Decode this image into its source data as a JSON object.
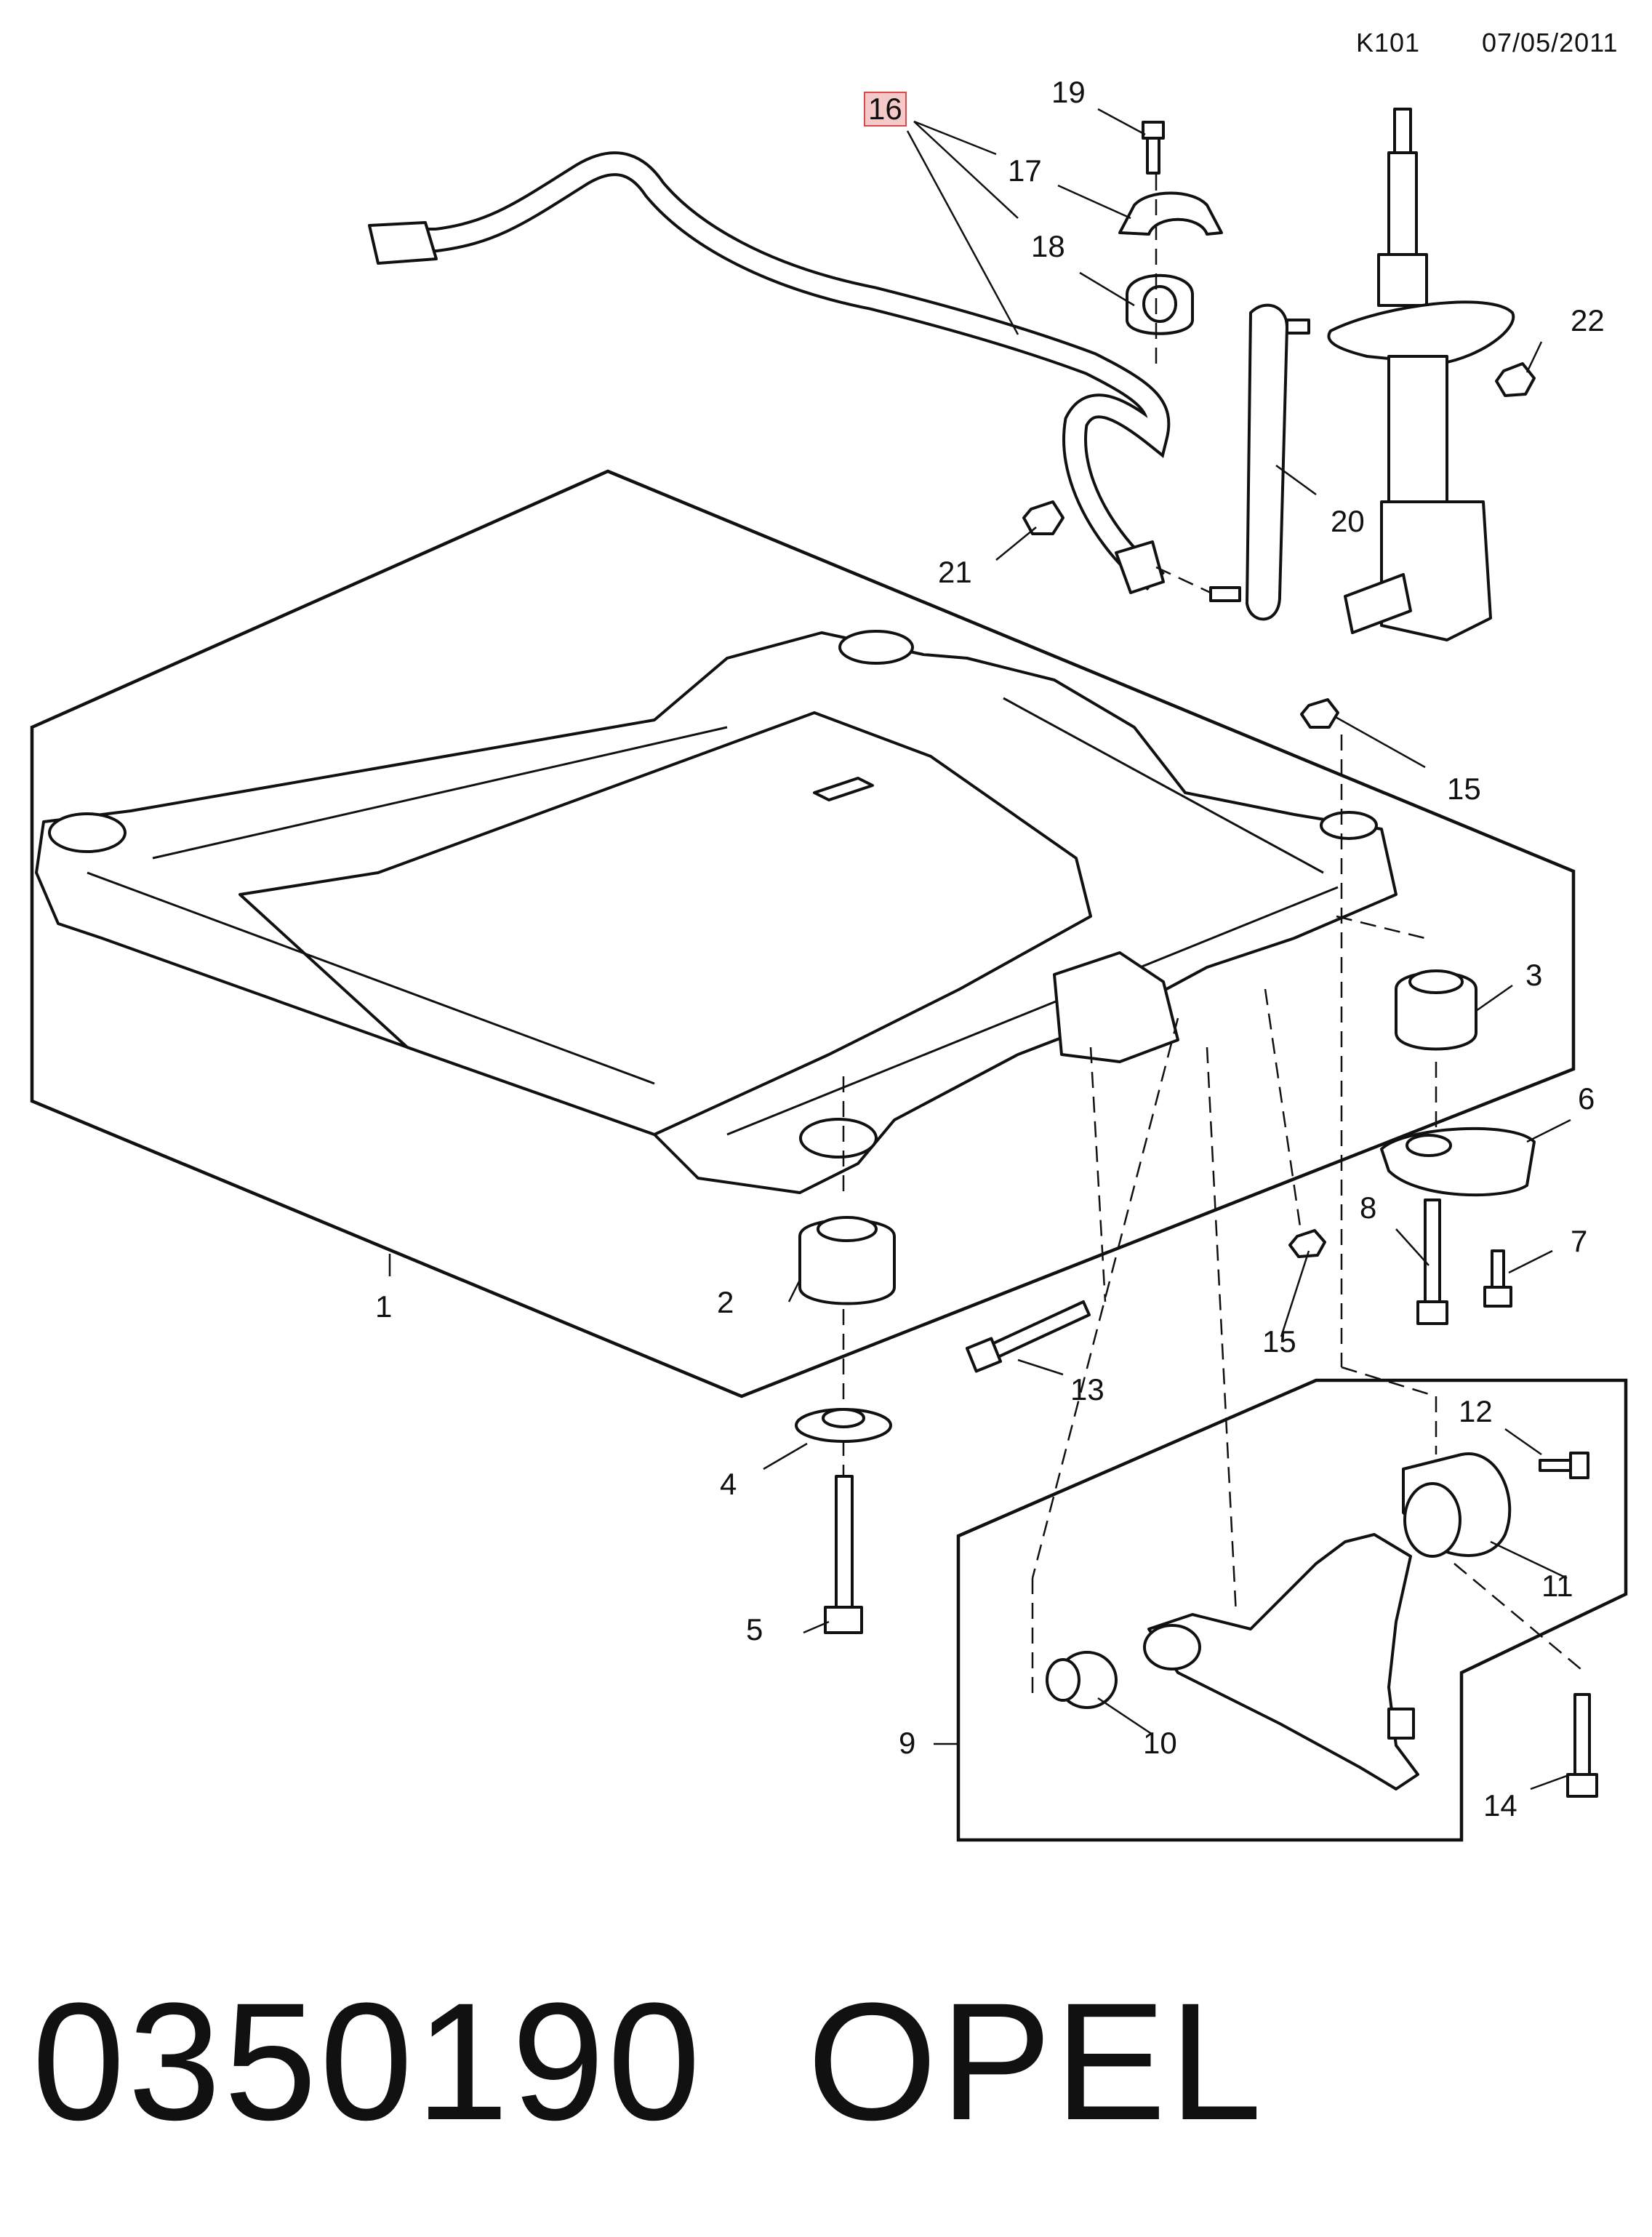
{
  "header": {
    "code": "K101",
    "date": "07/05/2011"
  },
  "callouts": [
    {
      "id": "1",
      "label": "1"
    },
    {
      "id": "2",
      "label": "2"
    },
    {
      "id": "3",
      "label": "3"
    },
    {
      "id": "4",
      "label": "4"
    },
    {
      "id": "5",
      "label": "5"
    },
    {
      "id": "6",
      "label": "6"
    },
    {
      "id": "7",
      "label": "7"
    },
    {
      "id": "8",
      "label": "8"
    },
    {
      "id": "9",
      "label": "9"
    },
    {
      "id": "10",
      "label": "10"
    },
    {
      "id": "11",
      "label": "11"
    },
    {
      "id": "12",
      "label": "12"
    },
    {
      "id": "13",
      "label": "13"
    },
    {
      "id": "14",
      "label": "14"
    },
    {
      "id": "15a",
      "label": "15"
    },
    {
      "id": "15b",
      "label": "15"
    },
    {
      "id": "16",
      "label": "16",
      "highlighted": true
    },
    {
      "id": "17",
      "label": "17"
    },
    {
      "id": "18",
      "label": "18"
    },
    {
      "id": "19",
      "label": "19"
    },
    {
      "id": "20",
      "label": "20"
    },
    {
      "id": "21",
      "label": "21"
    },
    {
      "id": "22",
      "label": "22"
    }
  ],
  "footer": {
    "part_number": "0350190",
    "brand": "OPEL"
  },
  "colors": {
    "line": "#111111",
    "highlight_fill": "#f6c9c9",
    "highlight_border": "#d94b4b"
  }
}
